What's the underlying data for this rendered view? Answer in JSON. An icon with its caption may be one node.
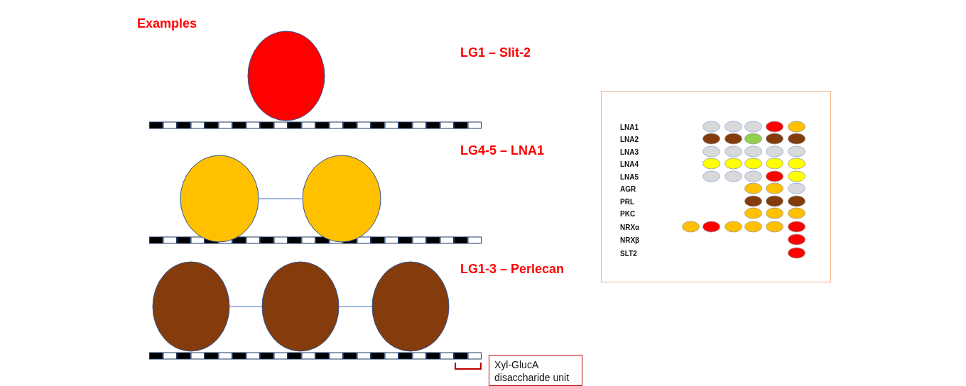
{
  "diagram": {
    "title": "Examples",
    "nodes": [
      {
        "text": [],
        "shape": "ellipse"
      },
      {
        "text": [],
        "shape": "ellipse"
      },
      {
        "text": [],
        "shape": "ellipse"
      },
      {
        "text": [],
        "shape": "ellipse"
      },
      {
        "text": [],
        "shape": "ellipse"
      },
      {
        "text": [],
        "shape": "ellipse"
      },
      {
        "text": [
          "Xyl-GlucA disaccharide unit"
        ]
      },
      {
        "text": [
          "LNA1",
          "LNA2",
          "LNA3",
          "LNA4",
          "LNA5",
          "AGR",
          "PRL",
          "PKC",
          "NRXα",
          "NRXβ",
          "SLT2"
        ]
      }
    ],
    "edges": [
      {
        "from": 1,
        "to": 2,
        "arrow": "none"
      },
      {
        "from": 3,
        "to": 4,
        "arrow": "none"
      },
      {
        "from": 4,
        "to": 5,
        "arrow": "none"
      }
    ],
    "labels": [
      "LG1 – Slit-2",
      "LG4-5 – LNA1",
      "LG1-3 – Perlecan"
    ]
  }
}
